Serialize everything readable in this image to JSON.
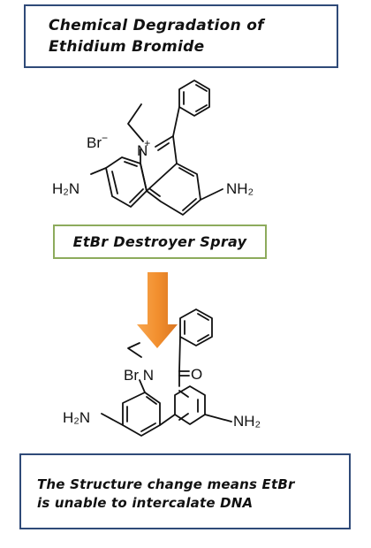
{
  "title": {
    "line1": "Chemical Degradation of",
    "line2": "Ethidium Bromide"
  },
  "top_structure": {
    "counter_ion": "Br",
    "counter_charge": "−",
    "nitrogen": "N",
    "nitrogen_charge": "+",
    "amine_left": "H₂N",
    "amine_right": "NH₂"
  },
  "reagent": {
    "label": "EtBr Destroyer Spray"
  },
  "arrow": {
    "color": "#f28c28"
  },
  "bottom_structure": {
    "bromide_nitrogen": "Br N",
    "carbonyl_oxygen": "O",
    "amine_left": "H₂N",
    "amine_right": "NH₂"
  },
  "conclusion": {
    "line1": "The Structure change means EtBr",
    "line2": "is unable to intercalate DNA"
  },
  "colors": {
    "title_border": "#2f4a78",
    "reagent_border": "#8dab5c",
    "conclusion_border": "#2f4a78"
  }
}
